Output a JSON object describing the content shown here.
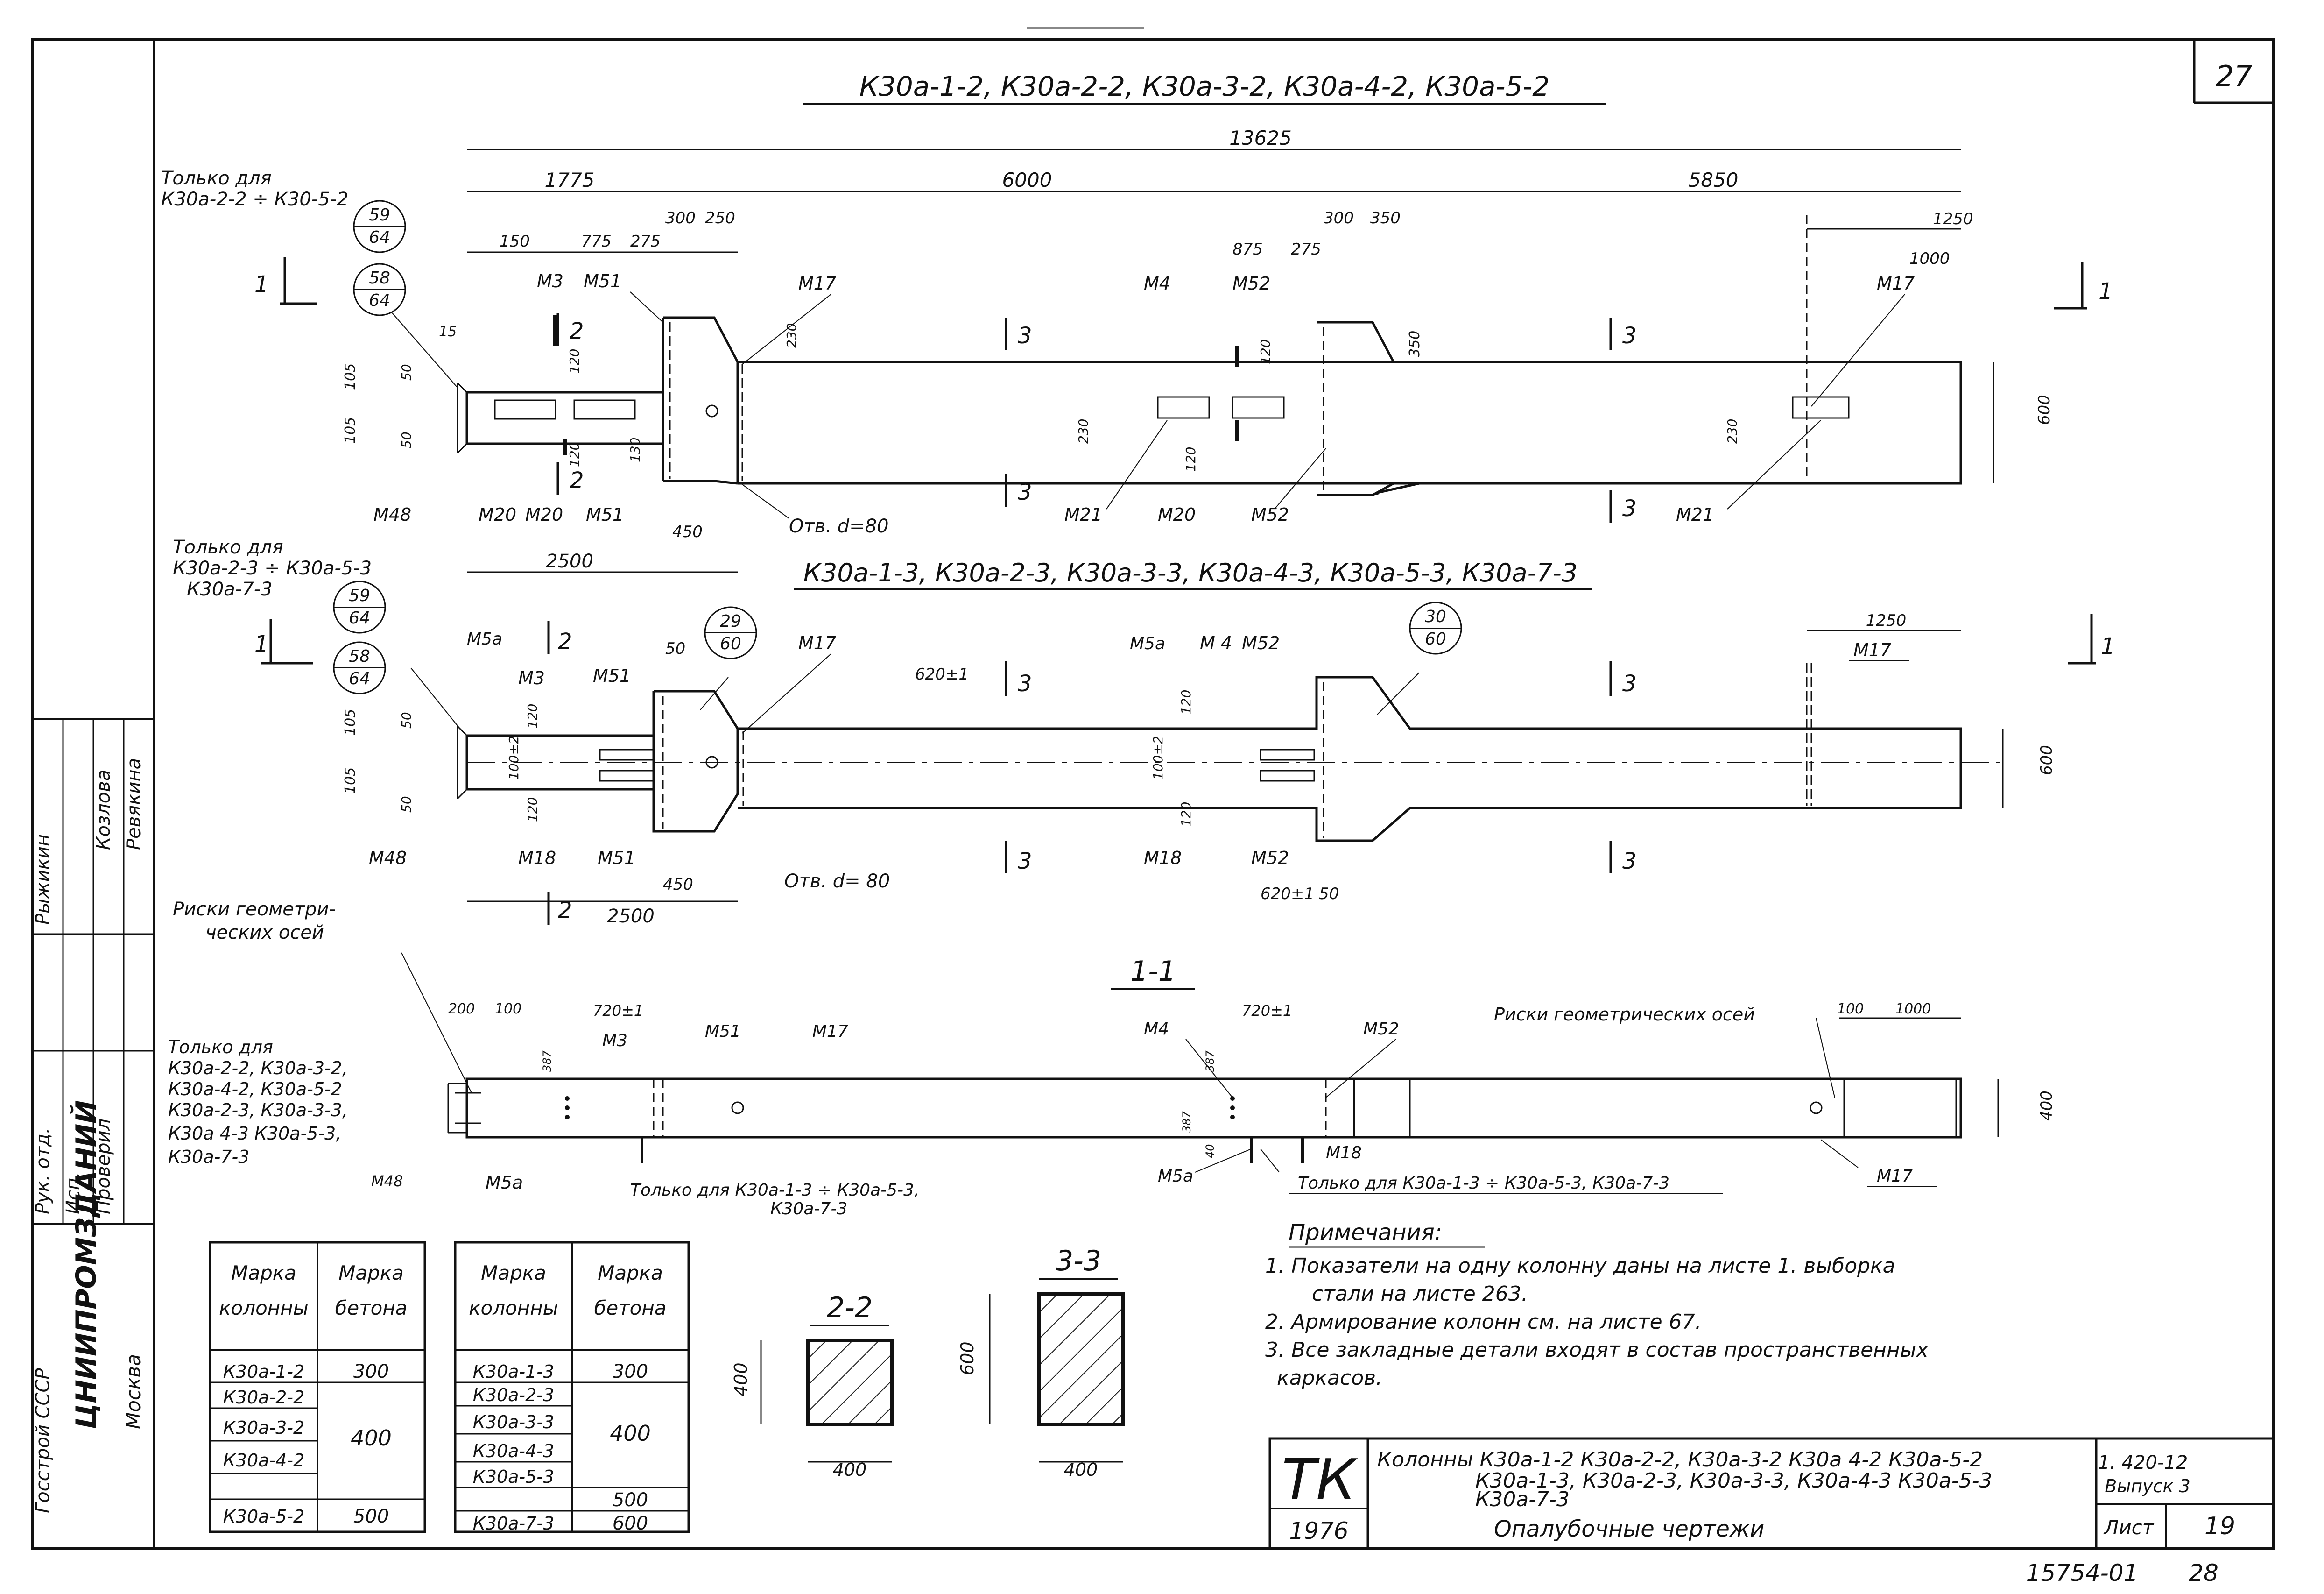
{
  "sheet_number_top": "27",
  "elevation1": {
    "title": "К30а-1-2, К30а-2-2, К30а-3-2, К30а-4-2, К30а-5-2",
    "only_for": [
      "Только для",
      "К30а-2-2 ÷ К30-5-2"
    ],
    "dims": {
      "overall": "13625",
      "d1775": "1775",
      "d6000": "6000",
      "d5850": "5850",
      "d150": "150",
      "d775": "775",
      "d275": "275",
      "d300": "300",
      "d250": "250",
      "d875": "875",
      "d275b": "275",
      "d300b": "300",
      "d350": "350",
      "d1250": "1250",
      "d1000": "1000",
      "d15": "15",
      "d105a": "105",
      "d105b": "105",
      "d50a": "50",
      "d50b": "50",
      "d120a": "120",
      "d120b": "120",
      "d130": "130",
      "d230a": "230",
      "d120c": "120",
      "d230b": "230",
      "d120d": "120",
      "d350b": "350",
      "d600": "600",
      "d230c": "230",
      "d450": "450",
      "d2500": "2500"
    },
    "labels": {
      "m3": "М3",
      "m51": "М51",
      "m17": "М17",
      "m4": "М4",
      "m52": "М52",
      "m17b": "М17",
      "m48": "М48",
      "m20": "М20",
      "m20b": "М20",
      "m51b": "М51",
      "m21": "М21",
      "m20c": "М20",
      "m52b": "М52",
      "m21b": "М21",
      "hole": "Отв. d=80"
    },
    "circles": [
      [
        "59",
        "64"
      ],
      [
        "58",
        "64"
      ]
    ],
    "section_marks": [
      "1",
      "1",
      "2",
      "2",
      "3",
      "3",
      "3",
      "3"
    ]
  },
  "elevation2": {
    "title": "К30а-1-3, К30а-2-3, К30а-3-3, К30а-4-3, К30а-5-3, К30а-7-3",
    "only_for": [
      "Только для",
      "К30а-2-3 ÷ К30а-5-3",
      "К30а-7-3"
    ],
    "dims": {
      "d620": "620±1",
      "d50": "50",
      "d1250": "1250",
      "d105a": "105",
      "d105b": "105",
      "d50a": "50",
      "d50b": "50",
      "d120a": "120",
      "d100a": "100±2",
      "d120b": "120",
      "d120c": "120",
      "d100b": "100±2",
      "d120d": "120",
      "d600": "600",
      "d450": "450",
      "d2500": "2500",
      "d620b": "620±1",
      "d50c": "50"
    },
    "labels": {
      "m5a": "М5а",
      "m3": "М3",
      "m51": "М51",
      "m17": "М17",
      "m5a2": "М5а",
      "m4": "М 4",
      "m52": "М52",
      "m17b": "М17",
      "m48": "М48",
      "m18": "М18",
      "m51b": "М51",
      "m18b": "М18",
      "m52b": "М52",
      "hole": "Отв. d= 80"
    },
    "circles": [
      [
        "59",
        "64"
      ],
      [
        "58",
        "64"
      ],
      [
        "29",
        "60"
      ],
      [
        "30",
        "60"
      ]
    ],
    "section_marks": [
      "1",
      "1",
      "2",
      "2",
      "3",
      "3",
      "3",
      "3"
    ]
  },
  "section11": {
    "title": "1-1",
    "note_left": [
      "Риски геометри-",
      "ческих осей"
    ],
    "note_right": "Риски геометрических осей",
    "only_for_left": [
      "Только для",
      "К30а-2-2, К30а-3-2,",
      "К30а-4-2, К30а-5-2",
      "К30а-2-3, К30а-3-3,",
      "К30а 4-3 К30а-5-3,",
      "К30а-7-3"
    ],
    "only_for_mid": [
      "Только для К30а-1-3 ÷ К30а-5-3,",
      "К30а-7-3"
    ],
    "only_for_right": "Только для К30а-1-3 ÷ К30а-5-3, К30а-7-3",
    "dims": {
      "d200": "200",
      "d100": "100",
      "d720a": "720±1",
      "d720b": "720±1",
      "d100r": "100",
      "d1000": "1000",
      "d400": "400",
      "d387a": "387",
      "d387b": "387",
      "d387c": "387",
      "d40": "40"
    },
    "labels": {
      "m3": "М3",
      "m51": "М51",
      "m17": "М17",
      "m4": "М4",
      "m52": "М52",
      "m48": "М48",
      "m5a": "М5а",
      "m5a2": "М5а",
      "m18": "М18",
      "m17b": "М17"
    }
  },
  "table1": {
    "headers": [
      [
        "Марка",
        "колонны"
      ],
      [
        "Марка",
        "бетона"
      ]
    ],
    "rows": [
      [
        "К30а-1-2",
        "300"
      ],
      [
        "К30а-2-2",
        ""
      ],
      [
        "К30а-3-2",
        "400"
      ],
      [
        "К30а-4-2",
        ""
      ],
      [
        "К30а-5-2",
        "500"
      ]
    ]
  },
  "table2": {
    "headers": [
      [
        "Марка",
        "колонны"
      ],
      [
        "Марка",
        "бетона"
      ]
    ],
    "rows": [
      [
        "К30а-1-3",
        "300"
      ],
      [
        "К30а-2-3",
        ""
      ],
      [
        "К30а-3-3",
        "400"
      ],
      [
        "К30а-4-3",
        ""
      ],
      [
        "К30а-5-3",
        "500"
      ],
      [
        "К30а-7-3",
        "600"
      ]
    ]
  },
  "section22": {
    "title": "2-2",
    "dim_h": "400",
    "dim_w": "400"
  },
  "section33": {
    "title": "3-3",
    "dim_h": "600",
    "dim_w": "400"
  },
  "notes": {
    "title": "Примечания:",
    "lines": [
      "1. Показатели на одну колонну даны на листе 1. выборка",
      "стали на листе 263.",
      "2. Армирование колонн см. на листе 67.",
      "3. Все закладные детали входят в состав пространственных",
      "каркасов."
    ]
  },
  "title_block": {
    "logo_letters": "ТК",
    "year": "1976",
    "lines": [
      "Колонны К30а-1-2 К30а-2-2, К30а-3-2 К30а 4-2 К30а-5-2",
      "К30а-1-3, К30а-2-3, К30а-3-3, К30а-4-3 К30а-5-3",
      "К30а-7-3"
    ],
    "subtitle": "Опалубочные чертежи",
    "series": "1. 420-12",
    "issue": "Выпуск 3",
    "sheet_label": "Лист",
    "sheet_number": "19"
  },
  "side_stamp": {
    "org": "ЦНИИПРОМЗДАНИЙ",
    "city": "Москва",
    "gosstroy": "Госстрой СССР",
    "names": [
      "Рыжикин",
      "Козлова",
      "Ревякина"
    ],
    "roles": [
      "Рук. отд.",
      "Исп.",
      "Проверил"
    ]
  },
  "footer": {
    "code": "15754-01",
    "page": "28"
  }
}
